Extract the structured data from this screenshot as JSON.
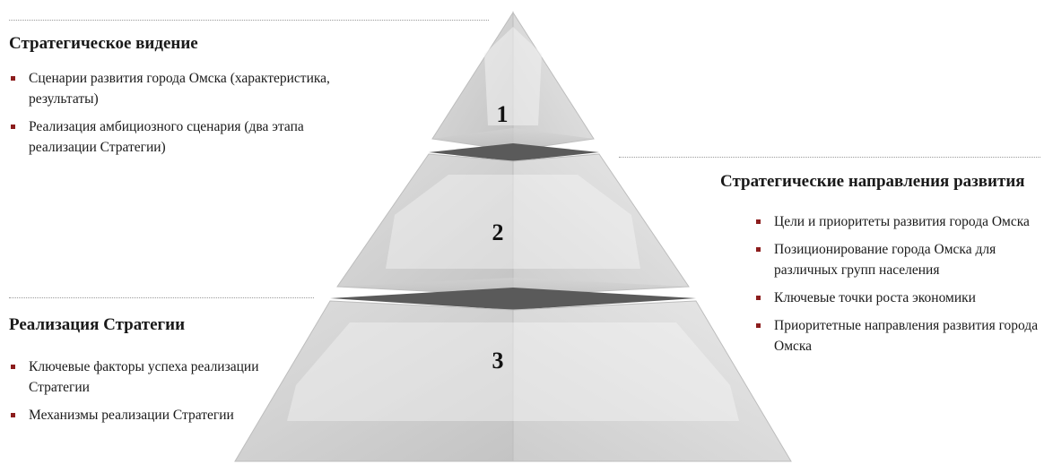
{
  "sections": {
    "vision": {
      "title": "Стратегическое видение",
      "items": [
        "Сценарии развития города Омска (характеристика, результаты)",
        "Реализация амбициозного сценария (два этапа реализации Стратегии)"
      ]
    },
    "directions": {
      "title": "Стратегические направления развития",
      "items": [
        "Цели и приоритеты развития города Омска",
        "Позиционирование города Омска для различных групп населения",
        "Ключевые точки роста экономики",
        "Приоритетные направления развития города Омска"
      ]
    },
    "implementation": {
      "title": "Реализация Стратегии",
      "items": [
        "Ключевые факторы успеха реализации Стратегии",
        "Механизмы реализации Стратегии"
      ]
    }
  },
  "pyramid": {
    "levels": [
      "1",
      "2",
      "3"
    ]
  },
  "colors": {
    "bullet": "#8c1d1d",
    "pyramid_light": "#ececec",
    "pyramid_mid": "#c8c8c8",
    "separator": "#5a5a5a"
  }
}
